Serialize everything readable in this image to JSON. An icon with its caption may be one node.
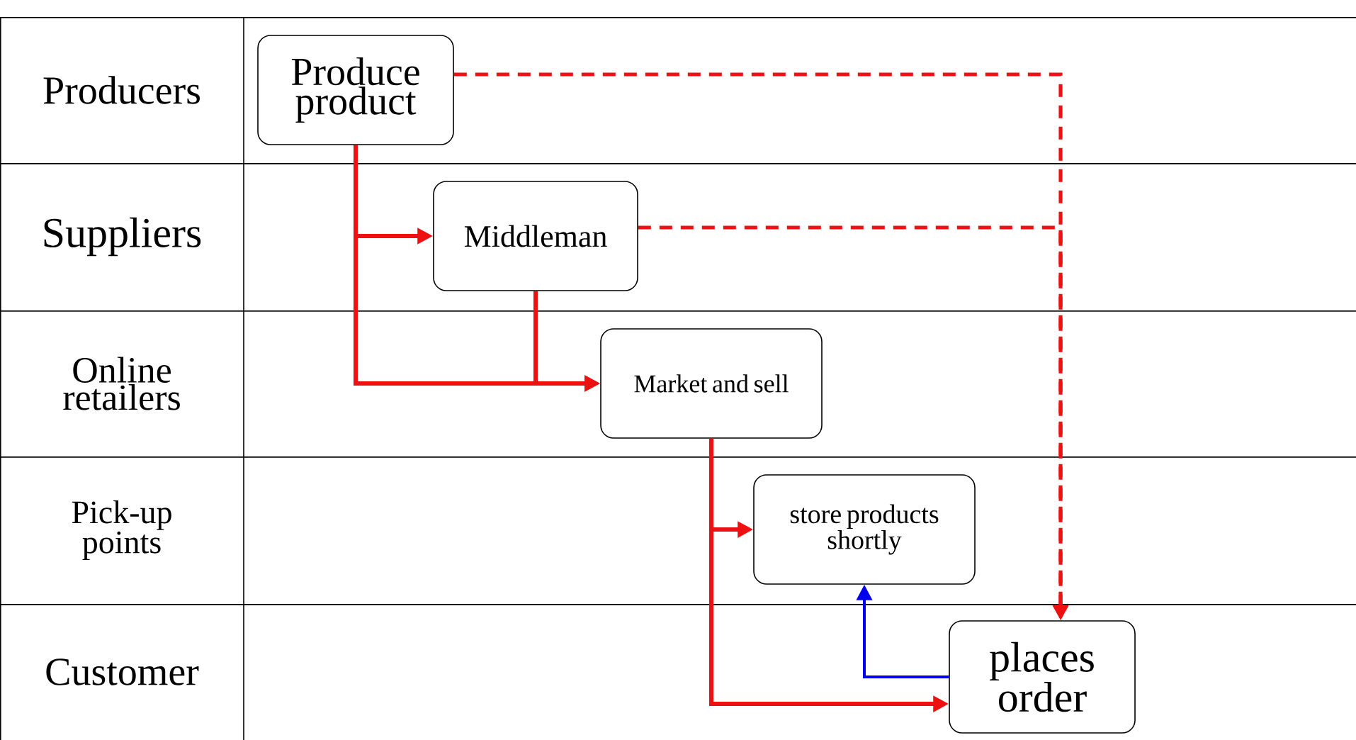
{
  "diagram": {
    "nodes": [
      {
        "text": [
          "Producers"
        ]
      },
      {
        "text": [
          "Suppliers"
        ]
      },
      {
        "text": [
          "Online retailers"
        ]
      },
      {
        "text": [
          "Pick-up points"
        ]
      },
      {
        "text": [
          "Customer"
        ]
      },
      {
        "text": [
          "Produce product"
        ],
        "in": 0
      },
      {
        "text": [
          "Middleman"
        ],
        "in": 1
      },
      {
        "text": [
          "Market and sell"
        ],
        "in": 2
      },
      {
        "text": [
          "store products shortly"
        ],
        "in": 3
      },
      {
        "text": [
          "places order"
        ],
        "in": 4
      }
    ],
    "edges": [
      {
        "from": 5,
        "to": 6,
        "arrow": "to"
      },
      {
        "from": 5,
        "to": 7,
        "arrow": "to"
      },
      {
        "from": 6,
        "to": 7,
        "arrow": "to"
      },
      {
        "from": 7,
        "to": 8,
        "arrow": "to"
      },
      {
        "from": 7,
        "to": 9,
        "arrow": "to"
      },
      {
        "from": 5,
        "to": 9,
        "arrow": "to",
        "style": "dashed"
      },
      {
        "from": 6,
        "to": 9,
        "arrow": "to",
        "style": "dashed"
      },
      {
        "from": 9,
        "to": 8,
        "arrow": "to",
        "color": "#0000ee"
      }
    ]
  }
}
